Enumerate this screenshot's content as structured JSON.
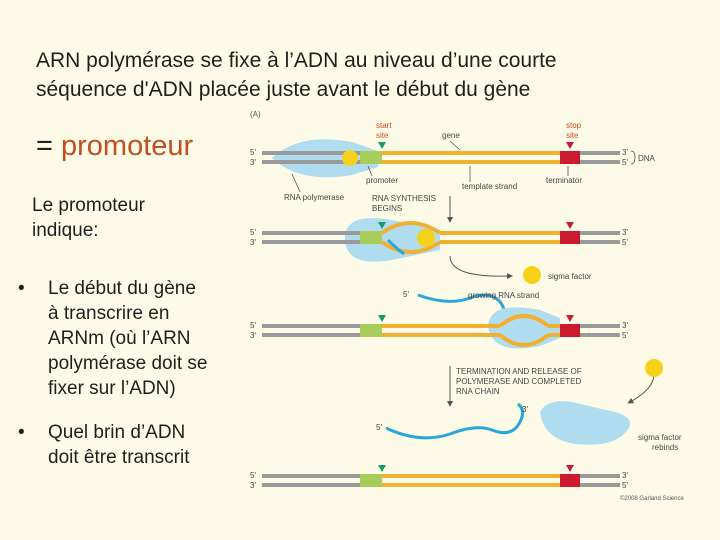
{
  "title": {
    "line1": "ARN polymérase se fixe à l’ADN au niveau d’une courte",
    "line2": "séquence d'ADN placée juste avant le début du gène"
  },
  "promoteur": {
    "prefix": "= ",
    "word": "promoteur"
  },
  "indique": {
    "line1": "Le promoteur",
    "line2": "indique:"
  },
  "bullets": [
    {
      "lines": [
        "Le début du gène",
        "à transcrire en",
        "ARNm (où l’ARN",
        "polymérase doit se",
        "fixer sur l’ADN)"
      ]
    },
    {
      "lines": [
        "Quel brin d’ADN",
        "doit être transcrit"
      ]
    }
  ],
  "bullet_symbol": "•",
  "diagram": {
    "panel_label": "(A)",
    "start_site": [
      "start",
      "site"
    ],
    "gene": "gene",
    "stop_site": [
      "stop",
      "site"
    ],
    "dna": "DNA",
    "five_prime": "5'",
    "three_prime": "3'",
    "promoter": "promoter",
    "template_strand": "template strand",
    "terminator": "terminator",
    "rna_polymerase": "RNA polymerase",
    "rna_synthesis_begins": [
      "RNA SYNTHESIS",
      "BEGINS"
    ],
    "sigma_factor": "sigma factor",
    "growing_rna_strand": "growing RNA strand",
    "termination": [
      "TERMINATION AND RELEASE OF",
      "POLYMERASE AND COMPLETED",
      "RNA CHAIN"
    ],
    "sigma_rebinds": [
      "sigma factor",
      "rebinds"
    ],
    "copyright": "©2008 Garland Science"
  },
  "colors": {
    "background": "#fdfbe8",
    "promoteur_word": "#c0501f",
    "dna_strand": "#f2b030",
    "template_gray": "#9a9a9a",
    "promoter_green": "#a8cc58",
    "terminator_red": "#cc1a30",
    "polymerase_blue": "#b0dcf0",
    "rna_blue": "#2aa6d8",
    "sigma_yellow": "#f5d21a",
    "marker_green": "#1a9a6a",
    "label_text": "#444444"
  }
}
